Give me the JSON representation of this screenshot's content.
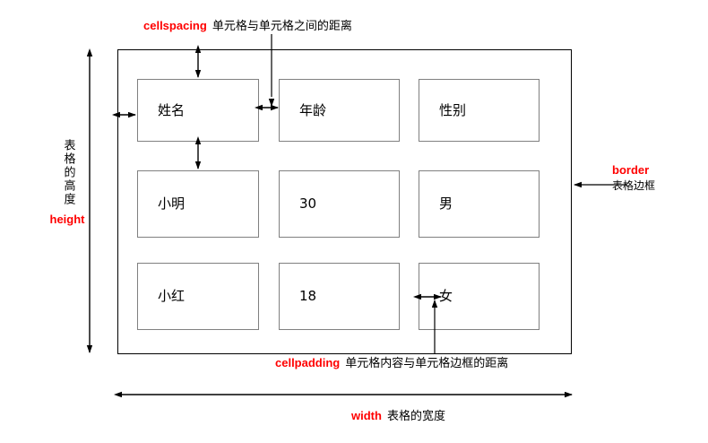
{
  "diagram": {
    "title_concept": "HTML table attributes diagram",
    "table": {
      "columns": 3,
      "rows": 3,
      "cells": [
        [
          {
            "text": "姓名",
            "role": "header"
          },
          {
            "text": "年龄",
            "role": "header"
          },
          {
            "text": "性别",
            "role": "header"
          }
        ],
        [
          {
            "text": "小明",
            "role": "data"
          },
          {
            "text": "30",
            "role": "data"
          },
          {
            "text": "男",
            "role": "data"
          }
        ],
        [
          {
            "text": "小红",
            "role": "data"
          },
          {
            "text": "18",
            "role": "data"
          },
          {
            "text": "女",
            "role": "data"
          }
        ]
      ]
    },
    "annotations": {
      "cellspacing": {
        "keyword": "cellspacing",
        "description": "单元格与单元格之间的距离"
      },
      "cellpadding": {
        "keyword": "cellpadding",
        "description": "单元格内容与单元格边框的距离"
      },
      "border": {
        "keyword": "border",
        "description": "表格边框"
      },
      "width": {
        "keyword": "width",
        "description": "表格的宽度"
      },
      "height": {
        "keyword": "height",
        "description": "表格的高度"
      }
    },
    "colors": {
      "keyword": "#ff0000",
      "text": "#000000",
      "cell_border": "#808080",
      "table_border": "#000000",
      "background": "#ffffff"
    }
  }
}
